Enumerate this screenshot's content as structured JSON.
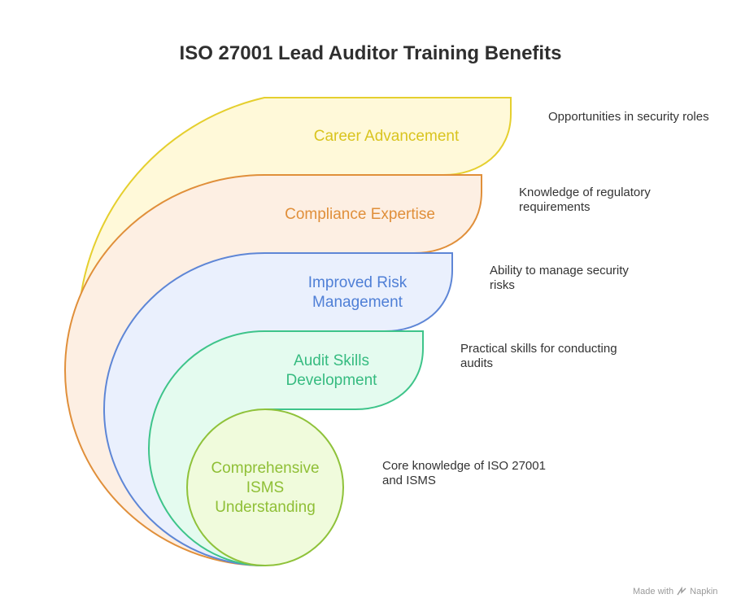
{
  "title": "ISO 27001 Lead Auditor Training Benefits",
  "layers": [
    {
      "label": "Career Advancement",
      "description": "Opportunities in security roles",
      "stroke": "#e5cf2e",
      "fill": "#fff9d9",
      "text_color": "#d9c41f"
    },
    {
      "label": "Compliance Expertise",
      "description": "Knowledge of regulatory requirements",
      "stroke": "#e08f3a",
      "fill": "#fdefe3",
      "text_color": "#e08f3a"
    },
    {
      "label": "Improved Risk Management",
      "description": "Ability to manage security risks",
      "stroke": "#5e86d6",
      "fill": "#eaf0fd",
      "text_color": "#4f7fd6"
    },
    {
      "label": "Audit Skills Development",
      "description": "Practical skills for conducting audits",
      "stroke": "#3ec48a",
      "fill": "#e4fbef",
      "text_color": "#36bb80"
    },
    {
      "label": "Comprehensive ISMS Understanding",
      "description": "Core knowledge of ISO 27001 and ISMS",
      "stroke": "#8fc23a",
      "fill": "#f0fbdc",
      "text_color": "#8fbf36"
    }
  ],
  "footer": {
    "made_with": "Made with",
    "brand": "Napkin"
  }
}
